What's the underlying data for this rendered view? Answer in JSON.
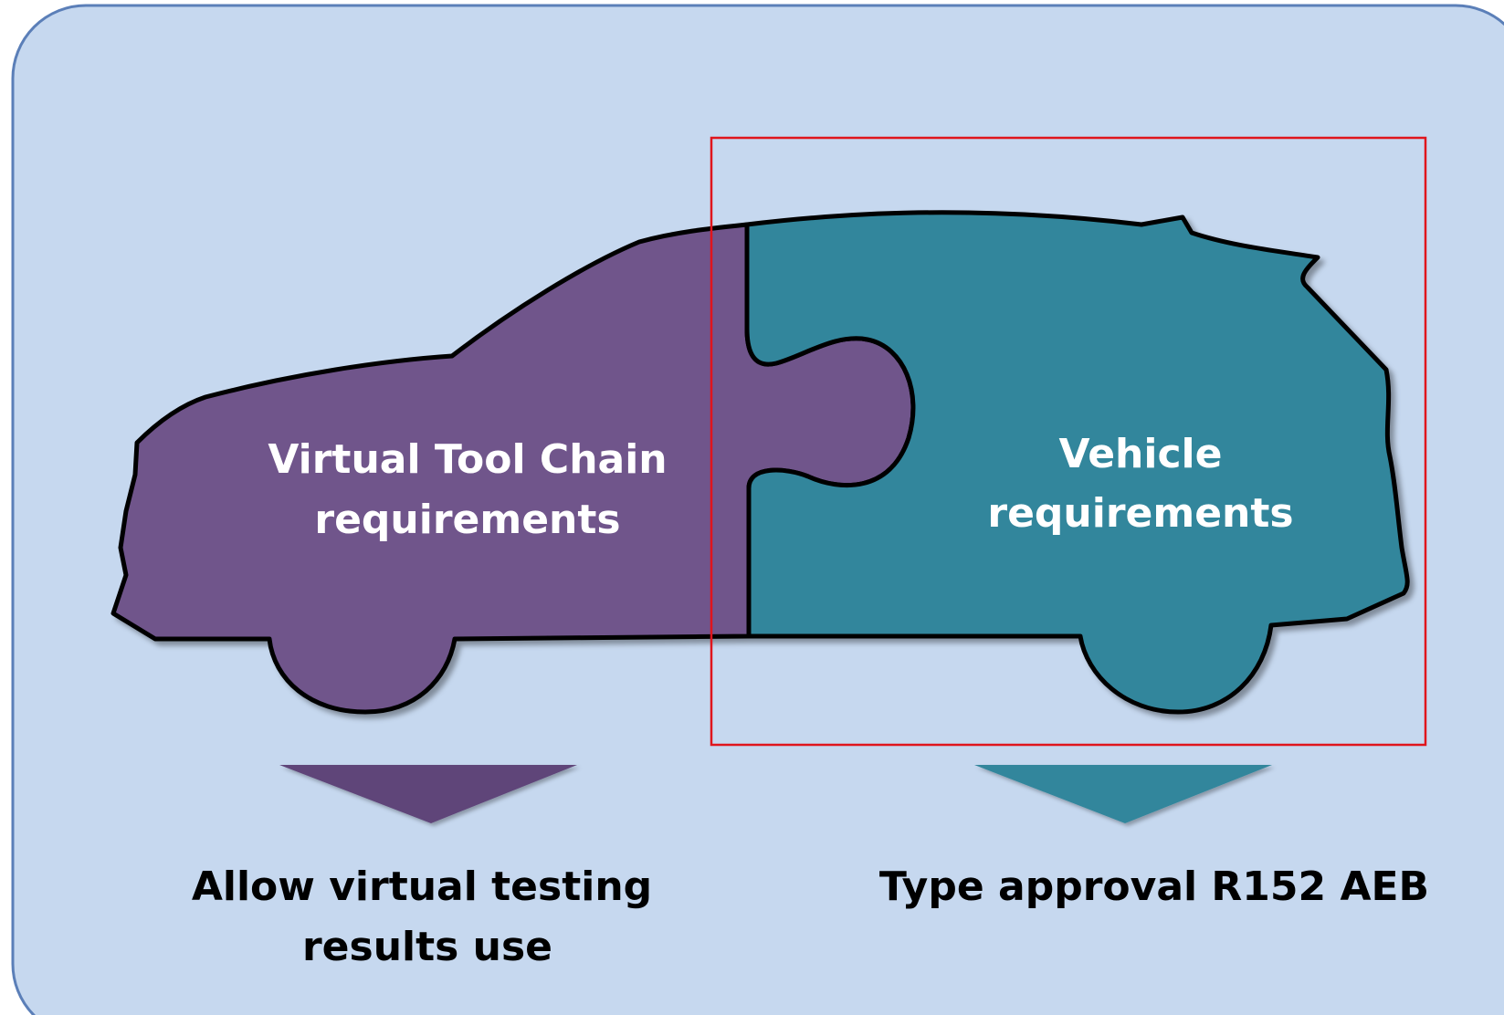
{
  "colors": {
    "panel_fill": "#c6d8ef",
    "panel_stroke": "#5b7fb8",
    "left_piece": "#6f548b",
    "right_piece": "#32869c",
    "left_arrow": "#5f4579",
    "right_arrow": "#32869c",
    "highlight_box": "#e0151c",
    "outline": "#000000",
    "piece_text": "#ffffff",
    "caption_text": "#000000"
  },
  "left_piece": {
    "line1": "Virtual Tool Chain",
    "line2": "requirements"
  },
  "right_piece": {
    "line1": "Vehicle",
    "line2": "requirements"
  },
  "left_caption": {
    "line1": "Allow virtual testing",
    "line2": "results use"
  },
  "right_caption": {
    "line1": "Type approval R152 AEB"
  }
}
